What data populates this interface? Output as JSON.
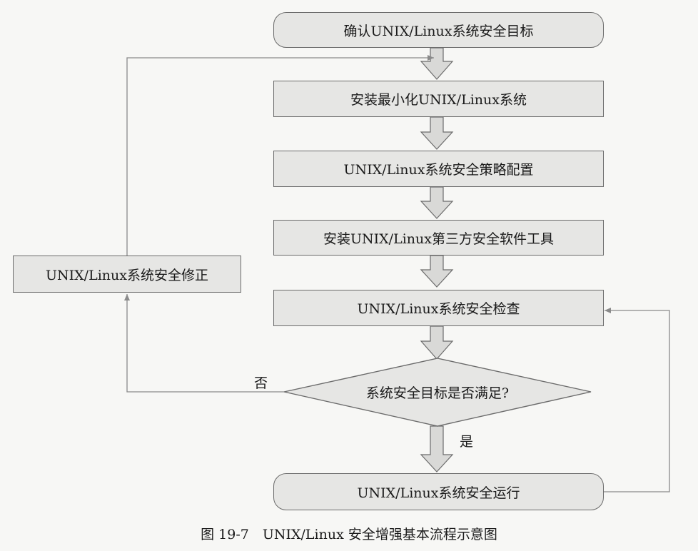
{
  "steps": {
    "confirm_goal": "确认UNIX/Linux系统安全目标",
    "minimal_install": "安装最小化UNIX/Linux系统",
    "policy_config": "UNIX/Linux系统安全策略配置",
    "third_party_tools": "安装UNIX/Linux第三方安全软件工具",
    "security_check": "UNIX/Linux系统安全检查",
    "decision": "系统安全目标是否满足?",
    "secure_run": "UNIX/Linux系统安全运行",
    "security_fix": "UNIX/Linux系统安全修正"
  },
  "branches": {
    "no": "否",
    "yes": "是"
  },
  "caption": "图 19-7　UNIX/Linux 安全增强基本流程示意图",
  "colors": {
    "box_fill": "#e6e6e4",
    "border": "#6b6b6b",
    "arrow_fill": "#d9d9d7",
    "line": "#8a8a8a"
  }
}
